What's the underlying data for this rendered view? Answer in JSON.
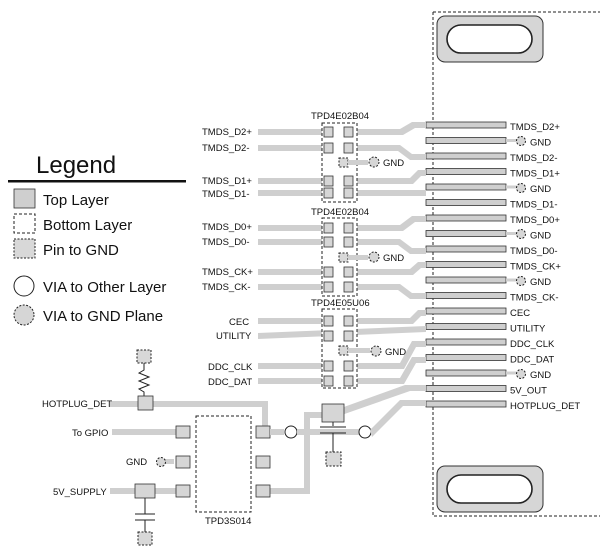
{
  "legend": {
    "title": "Legend",
    "items": {
      "top_layer": "Top Layer",
      "bottom_layer": "Bottom Layer",
      "pin_to_gnd": "Pin to GND",
      "via_other_layer": "VIA to Other Layer",
      "via_gnd_plane": "VIA to GND Plane"
    }
  },
  "chips": {
    "tpd4e02b04_top": "TPD4E02B04",
    "tpd4e02b04_mid": "TPD4E02B04",
    "tpd4e05u06": "TPD4E05U06",
    "tpd3s014": "TPD3S014"
  },
  "left_signals": {
    "tmds_d2p": "TMDS_D2+",
    "tmds_d2n": "TMDS_D2-",
    "tmds_d1p": "TMDS_D1+",
    "tmds_d1n": "TMDS_D1-",
    "tmds_d0p": "TMDS_D0+",
    "tmds_d0n": "TMDS_D0-",
    "tmds_ckp": "TMDS_CK+",
    "tmds_ckn": "TMDS_CK-",
    "cec": "CEC",
    "utility": "UTILITY",
    "ddc_clk": "DDC_CLK",
    "ddc_dat": "DDC_DAT",
    "hotplug_det": "HOTPLUG_DET",
    "to_gpio": "To GPIO",
    "gnd": "GND",
    "supply_5v": "5V_SUPPLY"
  },
  "gnd_label": "GND",
  "connector_pins": [
    "TMDS_D2+",
    "GND",
    "TMDS_D2-",
    "TMDS_D1+",
    "GND",
    "TMDS_D1-",
    "TMDS_D0+",
    "GND",
    "TMDS_D0-",
    "TMDS_CK+",
    "GND",
    "TMDS_CK-",
    "CEC",
    "UTILITY",
    "DDC_CLK",
    "DDC_DAT",
    "GND",
    "5V_OUT",
    "HOTPLUG_DET"
  ]
}
